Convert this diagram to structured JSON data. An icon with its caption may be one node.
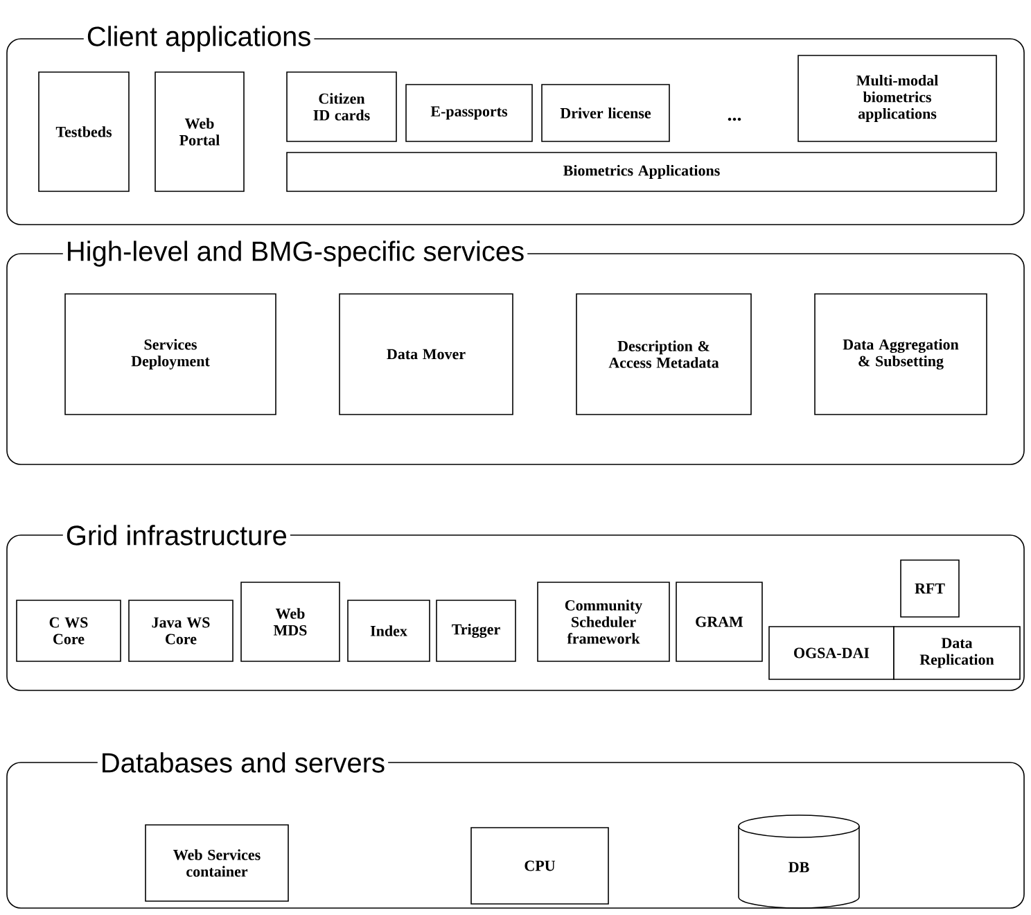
{
  "diagram": {
    "nodes": [
      {
        "text": [
          "Client applications"
        ]
      },
      {
        "text": [
          "Testbeds"
        ],
        "in": 0
      },
      {
        "text": [
          "Web Portal"
        ],
        "in": 0
      },
      {
        "text": [
          "Citizen ID cards"
        ],
        "in": 0
      },
      {
        "text": [
          "E-passports"
        ],
        "in": 0
      },
      {
        "text": [
          "Driver license"
        ],
        "in": 0
      },
      {
        "text": [
          "Multi-modal biometrics applications"
        ],
        "in": 0
      },
      {
        "text": [
          "Biometrics Applications"
        ],
        "in": 0
      },
      {
        "text": [
          "High-level and BMG-specific services"
        ]
      },
      {
        "text": [
          "Services Deployment"
        ],
        "in": 8
      },
      {
        "text": [
          "Data Mover"
        ],
        "in": 8
      },
      {
        "text": [
          "Description & Access Metadata"
        ],
        "in": 8
      },
      {
        "text": [
          "Data Aggregation & Subsetting"
        ],
        "in": 8
      },
      {
        "text": [
          "Grid infrastructure"
        ]
      },
      {
        "text": [
          "C WS Core"
        ],
        "in": 13
      },
      {
        "text": [
          "Java WS Core"
        ],
        "in": 13
      },
      {
        "text": [
          "Web MDS"
        ],
        "in": 13
      },
      {
        "text": [
          "Index"
        ],
        "in": 13
      },
      {
        "text": [
          "Trigger"
        ],
        "in": 13
      },
      {
        "text": [
          "Community Scheduler framework"
        ],
        "in": 13
      },
      {
        "text": [
          "GRAM"
        ],
        "in": 13
      },
      {
        "text": [
          "RFT"
        ],
        "in": 13
      },
      {
        "text": [
          "OGSA-DAI"
        ],
        "in": 13
      },
      {
        "text": [
          "Data Replication"
        ],
        "in": 13
      },
      {
        "text": [
          "Databases and servers"
        ]
      },
      {
        "text": [
          "Web Services container"
        ],
        "in": 24
      },
      {
        "text": [
          "CPU"
        ],
        "in": 24
      },
      {
        "text": [
          "DB"
        ],
        "in": 24
      }
    ],
    "labels": [
      "..."
    ]
  }
}
